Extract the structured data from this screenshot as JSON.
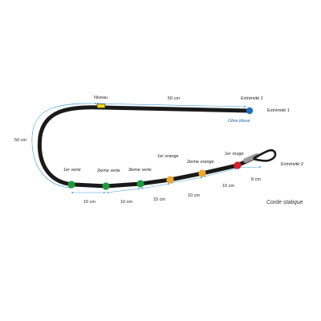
{
  "labels": {
    "niveau": "Niveau",
    "top_length": "50 cm",
    "left_length": "50 cm",
    "extremite1_top": "Extrémité 1",
    "extremite1_right": "Extrémité 1",
    "olive_bleue": "Olive bleue",
    "extremite2": "Extrémité 2",
    "caption": "Corde statique"
  },
  "markers": [
    {
      "label": "1er verte",
      "color": "#1e9a3c"
    },
    {
      "label": "2ieme verte",
      "color": "#1e9a3c"
    },
    {
      "label": "3ieme verte",
      "color": "#1e9a3c"
    },
    {
      "label": "1er orange",
      "color": "#f0a830"
    },
    {
      "label": "2ieme orange",
      "color": "#f0a830"
    },
    {
      "label": "1er rouge",
      "color": "#d8202a"
    }
  ],
  "segments": [
    "10 cm",
    "10 cm",
    "10 cm",
    "10 cm",
    "10 cm",
    "8 cm"
  ],
  "colors": {
    "rope": "#1a1a1a",
    "measure_line": "#3b9be0",
    "olive": "#1f6fc4",
    "niveau_marker": "#f2d21a"
  }
}
